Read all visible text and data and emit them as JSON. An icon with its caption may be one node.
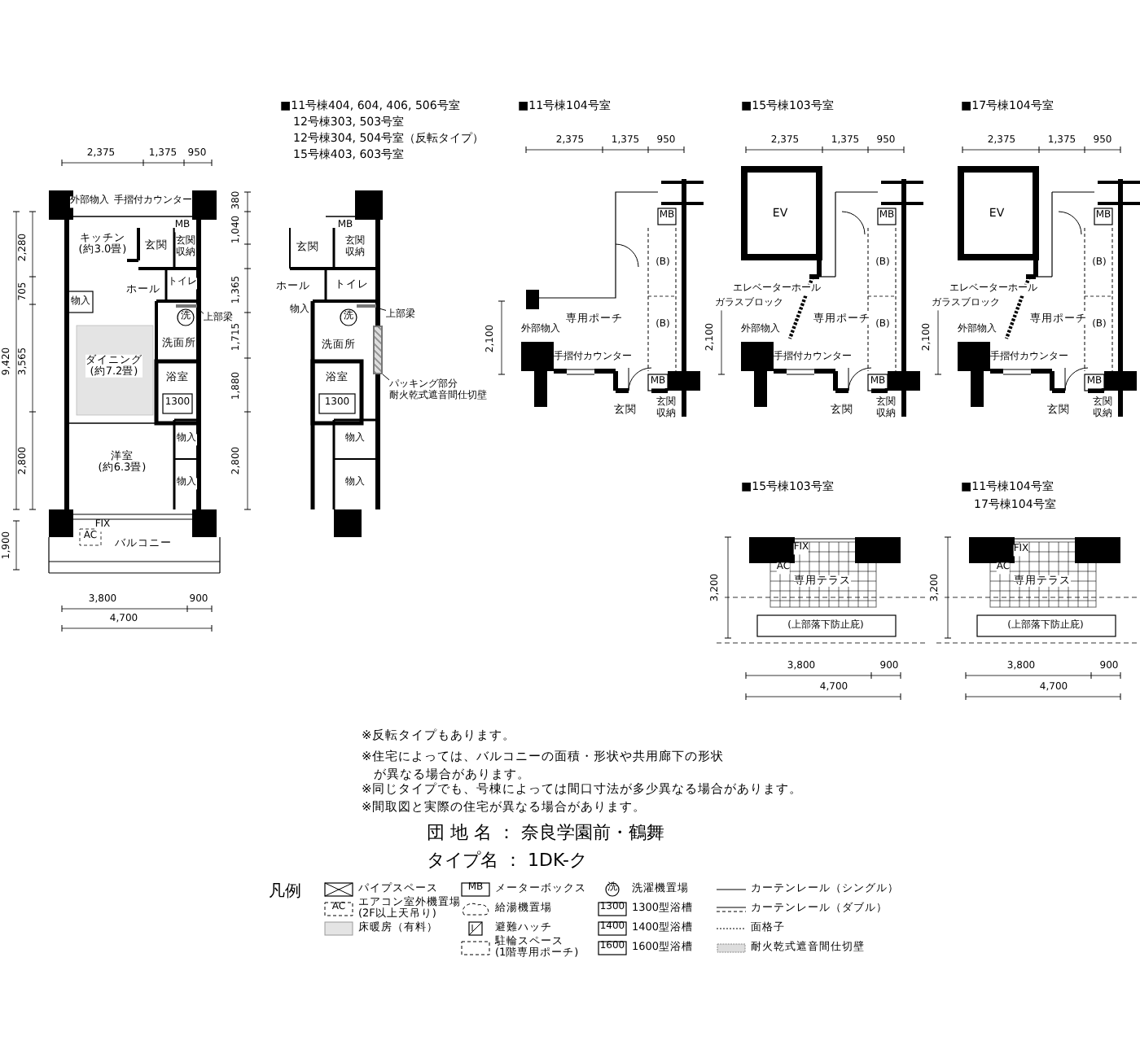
{
  "diagram": {
    "nodes": [
      {
        "text": [
          "外部物入"
        ]
      },
      {
        "text": [
          "手摺付カウンター"
        ]
      },
      {
        "text": [
          "キッチン",
          "(約3.0畳)"
        ]
      },
      {
        "text": [
          "玄関"
        ]
      },
      {
        "text": [
          "玄関収納"
        ]
      },
      {
        "text": [
          "トイレ"
        ]
      },
      {
        "text": [
          "ホール"
        ]
      },
      {
        "text": [
          "物入"
        ]
      },
      {
        "text": [
          "洗面所"
        ]
      },
      {
        "text": [
          "ダイニング",
          "(約7.2畳)"
        ]
      },
      {
        "text": [
          "浴室"
        ]
      },
      {
        "text": [
          "物入"
        ]
      },
      {
        "text": [
          "洋室",
          "(約6.3畳)"
        ]
      },
      {
        "text": [
          "物入"
        ]
      },
      {
        "text": [
          "バルコニー"
        ]
      },
      {
        "text": [
          "玄関"
        ]
      },
      {
        "text": [
          "玄関収納"
        ]
      },
      {
        "text": [
          "トイレ"
        ]
      },
      {
        "text": [
          "ホール"
        ]
      },
      {
        "text": [
          "物入"
        ]
      },
      {
        "text": [
          "洗面所"
        ]
      },
      {
        "text": [
          "浴室"
        ]
      },
      {
        "text": [
          "物入"
        ]
      },
      {
        "text": [
          "物入"
        ]
      },
      {
        "text": [
          "専用ポーチ"
        ]
      },
      {
        "text": [
          "外部物入"
        ]
      },
      {
        "text": [
          "手摺付カウンター"
        ]
      },
      {
        "text": [
          "玄関"
        ]
      },
      {
        "text": [
          "玄関収納"
        ]
      },
      {
        "text": [
          "EV"
        ]
      },
      {
        "text": [
          "エレベーターホール"
        ]
      },
      {
        "text": [
          "専用ポーチ"
        ]
      },
      {
        "text": [
          "外部物入"
        ]
      },
      {
        "text": [
          "手摺付カウンター"
        ]
      },
      {
        "text": [
          "玄関"
        ]
      },
      {
        "text": [
          "玄関収納"
        ]
      },
      {
        "text": [
          "EV"
        ]
      },
      {
        "text": [
          "エレベーターホール"
        ]
      },
      {
        "text": [
          "専用ポーチ"
        ]
      },
      {
        "text": [
          "外部物入"
        ]
      },
      {
        "text": [
          "手摺付カウンター"
        ]
      },
      {
        "text": [
          "玄関"
        ]
      },
      {
        "text": [
          "玄関収納"
        ]
      },
      {
        "text": [
          "専用テラス"
        ]
      },
      {
        "text": [
          "専用テラス"
        ]
      },
      {
        "text": [
          "上部梁"
        ]
      },
      {
        "text": [
          "上部梁"
        ]
      },
      {
        "text": [
          "パッキング部分",
          "耐火乾式遮音間仕切壁"
        ]
      },
      {
        "text": [],
        "shape": "bar"
      },
      {
        "text": [],
        "shape": "bar"
      },
      {
        "text": [],
        "shape": "bar"
      }
    ],
    "edges": [
      {
        "from": 45,
        "to": 49,
        "arrow": "none"
      },
      {
        "from": 46,
        "to": 50,
        "arrow": "none"
      },
      {
        "from": 47,
        "to": 48,
        "arrow": "none"
      }
    ],
    "labels": [
      "■11号棟404, 604, 406, 506号室",
      "12号棟303, 503号室",
      "12号棟304, 504号室（反転タイプ）",
      "15号棟403, 603号室",
      "■11号棟104号室",
      "■15号棟103号室",
      "■17号棟104号室",
      "2,375",
      "1,375",
      "950",
      "MB",
      "2,280",
      "705",
      "3,565",
      "2,800",
      "9,420",
      "1,900",
      "1,040",
      "380",
      "1,365",
      "1,715",
      "1,880",
      "2,800",
      "洗",
      "1300",
      "FIX",
      "AC",
      "3,800",
      "900",
      "4,700",
      "MB",
      "洗",
      "1300",
      "2,375",
      "1,375",
      "950",
      "MB",
      "(B)",
      "(B)",
      "2,100",
      "MB",
      "2,375",
      "1,375",
      "950",
      "MB",
      "(B)",
      "(B)",
      "ガラスブロック",
      "2,100",
      "MB",
      "2,375",
      "1,375",
      "950",
      "MB",
      "(B)",
      "(B)",
      "ガラスブロック",
      "2,100",
      "MB",
      "■15号棟103号室",
      "FIX",
      "AC",
      "3,200",
      "(上部落下防止庇)",
      "3,800",
      "900",
      "4,700",
      "■11号棟104号室",
      "17号棟104号室",
      "FIX",
      "AC",
      "3,200",
      "(上部落下防止庇)",
      "3,800",
      "900",
      "4,700",
      "※反転タイプもあります。",
      "※住宅によっては、バルコニーの面積・形状や共用廊下の形状が異なる場合があります。",
      "※同じタイプでも、号棟によっては間口寸法が多少異なる場合があります。",
      "※間取図と実際の住宅が異なる場合があります。",
      "団 地 名 ： 奈良学園前・鶴舞",
      "タイプ名 ： 1DK-ク",
      "凡例",
      "AC",
      "MB",
      "洗",
      "1300",
      "1400",
      "1600"
    ],
    "legend": [
      {
        "text": "パイプスペース"
      },
      {
        "text": "エアコン室外機置場 (2F以上天吊り)"
      },
      {
        "text": "床暖房（有料）"
      },
      {
        "text": "メーターボックス"
      },
      {
        "text": "給湯機置場"
      },
      {
        "text": "避難ハッチ"
      },
      {
        "text": "駐輪スペース (1階専用ポーチ)"
      },
      {
        "text": "洗濯機置場"
      },
      {
        "text": "1300型浴槽"
      },
      {
        "text": "1400型浴槽"
      },
      {
        "text": "1600型浴槽"
      },
      {
        "text": "カーテンレール（シングル）"
      },
      {
        "text": "カーテンレール（ダブル）"
      },
      {
        "text": "面格子"
      },
      {
        "text": "耐火乾式遮音間仕切壁"
      }
    ]
  }
}
